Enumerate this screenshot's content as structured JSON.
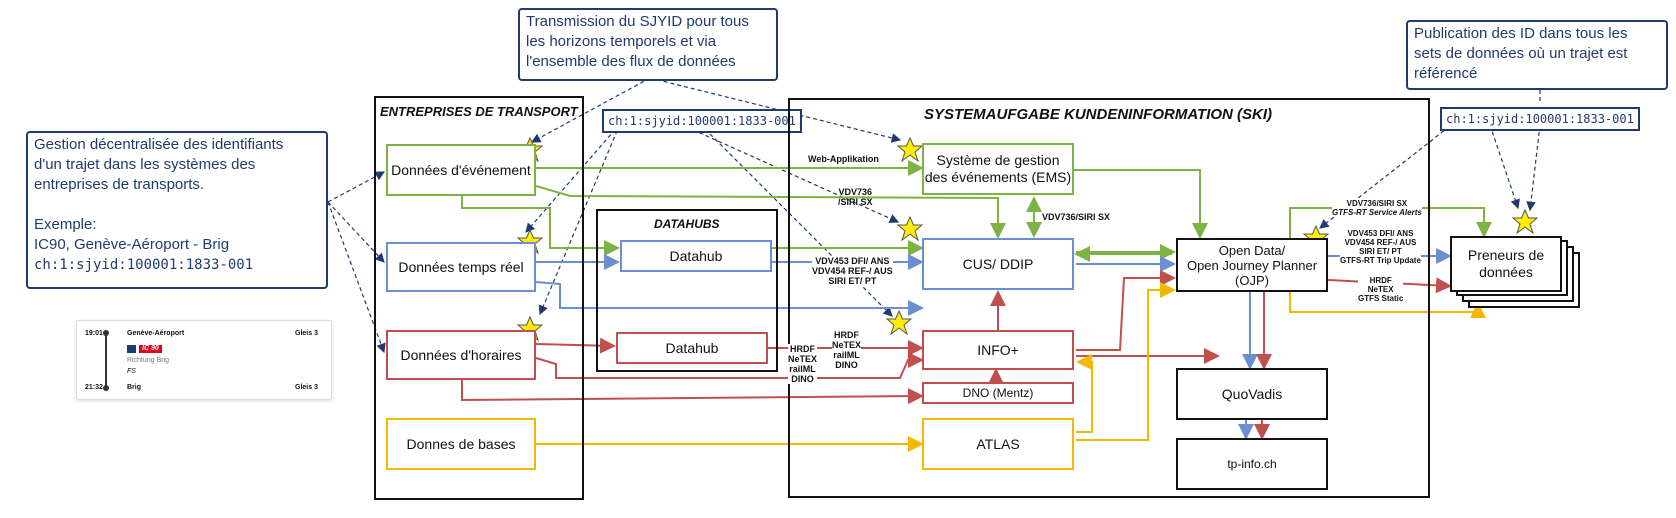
{
  "notes": {
    "left_lines": [
      "Gestion décentralisée des identifiants",
      "d'un trajet dans les systèmes des",
      "entreprises de transports."
    ],
    "left_example_title": "Exemple:",
    "left_example_text": "IC90, Genève-Aéroport - Brig",
    "left_example_code": "ch:1:sjyid:100001:1833-001",
    "top_lines": [
      "Transmission du SJYID pour tous",
      "les horizons temporels et via",
      "l'ensemble des flux de données"
    ],
    "right_lines": [
      "Publication des ID dans tous les",
      "sets de données où un trajet est",
      "référencé"
    ]
  },
  "code_center": "ch:1:sjyid:100001:1833-001",
  "code_right": "ch:1:sjyid:100001:1833-001",
  "timetable": {
    "dep_time": "19:01",
    "dep_station": "Genève-Aéroport",
    "dep_track": "Gleis 3",
    "train": "IC 90",
    "direction": "Richtung Brig",
    "extra": "FS",
    "arr_time": "21:32",
    "arr_station": "Brig",
    "arr_track": "Gleis 3"
  },
  "frames": {
    "transport": "ENTREPRISES DE TRANSPORT",
    "ski": "SYSTEMAUFGABE KUNDENINFORMATION (SKI)",
    "datahubs": "DATAHUBS"
  },
  "nodes": {
    "evenement": "Données d'événement",
    "temps_reel": "Données temps réel",
    "horaires": "Données d'horaires",
    "bases": "Donnes de bases",
    "datahub1": "Datahub",
    "datahub2": "Datahub",
    "ems": [
      "Système de gestion",
      "des événements (EMS)"
    ],
    "cus": "CUS/ DDIP",
    "info": "INFO+",
    "dno": "DNO (Mentz)",
    "atlas": "ATLAS",
    "ojp": [
      "Open Data/",
      "Open Journey Planner",
      "(OJP)"
    ],
    "quovadis": "QuoVadis",
    "tpinfo": "tp-info.ch",
    "preneurs": [
      "Preneurs de",
      "données"
    ]
  },
  "labels": {
    "web_app": "Web-Applikation",
    "vdv736_a": [
      "VDV736",
      "/SIRI SX"
    ],
    "vdv736_b": "VDV736/SIRI SX",
    "vdv453": [
      "VDV453 DFI/ ANS",
      "VDV454 REF-/ AUS",
      "SIRI ET/ PT"
    ],
    "hrdf_1": [
      "HRDF",
      "NeTEX",
      "railML",
      "DINO"
    ],
    "hrdf_2": [
      "HRDF",
      "NeTEX",
      "railML",
      "DINO"
    ],
    "right_top": [
      "VDV736/SIRI SX",
      "GTFS-RT Service Alerts"
    ],
    "right_mid": [
      "VDV453 DFI/ ANS",
      "VDV454 REF-/ AUS",
      "SIRI ET/ PT",
      "GTFS-RT Trip Update"
    ],
    "right_bot": [
      "HRDF",
      "NeTEX",
      "GTFS Static"
    ]
  },
  "colors": {
    "green": "#7cb342",
    "blue": "#6b8fd1",
    "red": "#c0504d",
    "yellow": "#f5b800",
    "navy": "#1f3a6e",
    "star": "#ffee00"
  }
}
